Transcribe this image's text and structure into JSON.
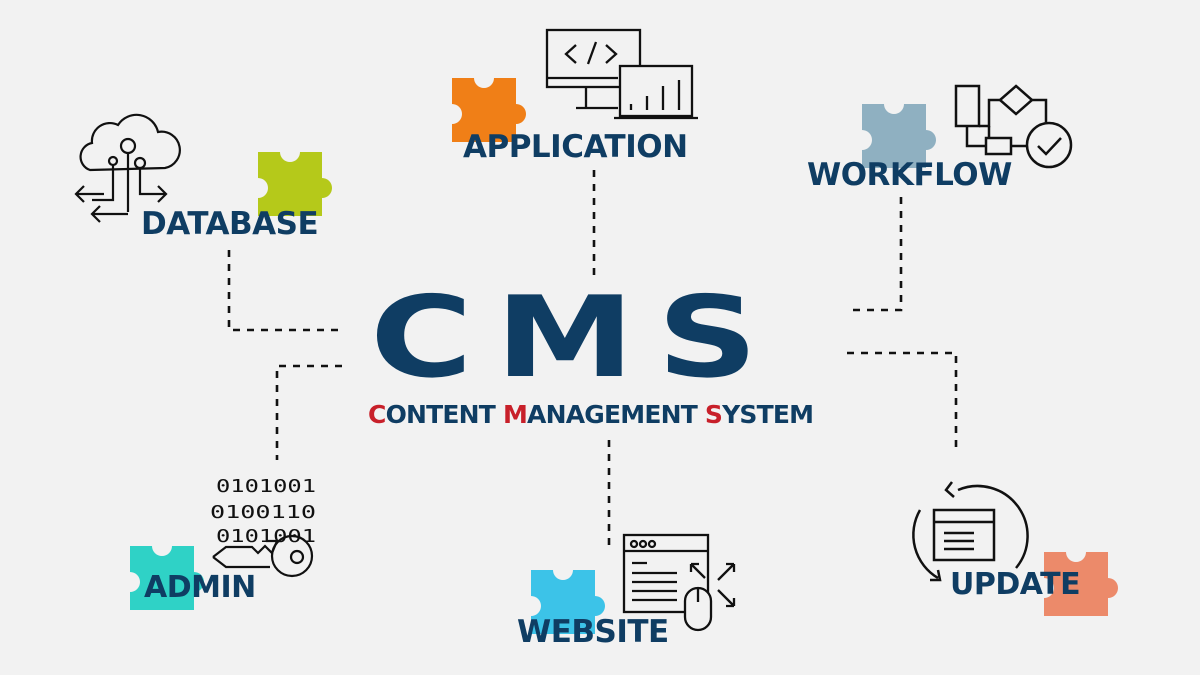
{
  "title": {
    "main": "CMS",
    "subtitle_parts": [
      {
        "text": "C",
        "highlight": true
      },
      {
        "text": "ONTENT ",
        "highlight": false
      },
      {
        "text": "M",
        "highlight": true
      },
      {
        "text": "ANAGEMENT ",
        "highlight": false
      },
      {
        "text": "S",
        "highlight": true
      },
      {
        "text": "YSTEM",
        "highlight": false
      }
    ]
  },
  "nodes": {
    "database": {
      "label": "DATABASE",
      "icon": "cloud-network-icon",
      "puzzle_color": "#b5c91a"
    },
    "application": {
      "label": "APPLICATION",
      "icon": "monitor-code-laptop-chart-icon",
      "puzzle_color": "#f07f17"
    },
    "workflow": {
      "label": "WORKFLOW",
      "icon": "flowchart-check-icon",
      "puzzle_color": "#8fb0c1"
    },
    "admin": {
      "label": "ADMIN",
      "icon": "binary-key-icon",
      "binary_rows": [
        "0101001",
        "0100110",
        "0101001"
      ],
      "puzzle_color": "#2fd2c6"
    },
    "website": {
      "label": "WEBSITE",
      "icon": "browser-window-mouse-icon",
      "puzzle_color": "#3cc3e8"
    },
    "update": {
      "label": "UPDATE",
      "icon": "refresh-document-icon",
      "puzzle_color": "#ec8a6a"
    }
  },
  "colors": {
    "background": "#f2f2f2",
    "primary_text": "#0f3d63",
    "accent_red": "#c8202a",
    "line": "#111111"
  }
}
